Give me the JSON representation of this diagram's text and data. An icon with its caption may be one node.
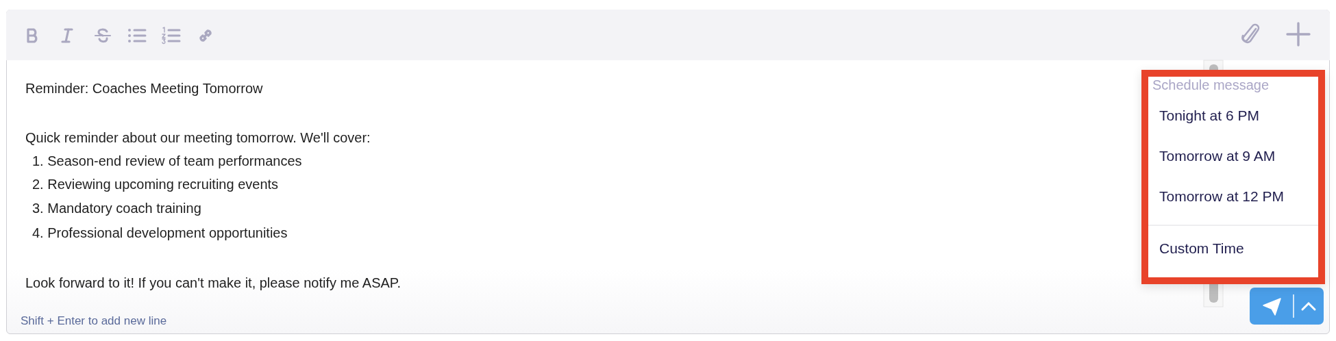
{
  "diagram": {
    "nodes": [
      {
        "text": [
          "Schedule message",
          "Tonight at 6 PM",
          "Tomorrow at 9 AM",
          "Tomorrow at 12 PM",
          "Custom Time"
        ]
      }
    ],
    "labels": [
      "Reminder: Coaches Meeting Tomorrow",
      "Quick reminder about our meeting tomorrow. We'll cover:",
      "1. Season-end review of team performances",
      "2. Reviewing upcoming recruiting events",
      "3. Mandatory coach training",
      "4. Professional development opportunities",
      "Look forward to it! If you can't make it, please notify me ASAP.",
      "Shift + Enter to add new line"
    ]
  }
}
